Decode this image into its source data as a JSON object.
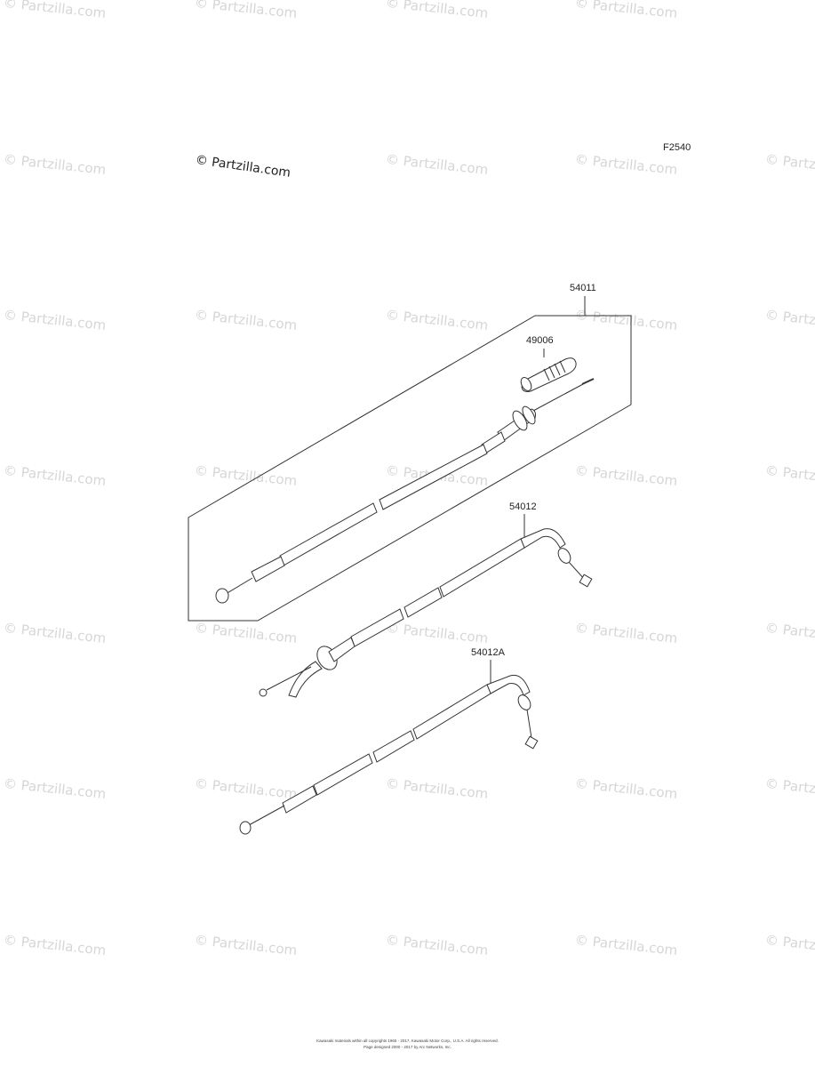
{
  "watermark": {
    "text": "© Partzilla.com"
  },
  "logo": {
    "text": "© Partzilla.com"
  },
  "diagram_code": "F2540",
  "parts": {
    "p54011": "54011",
    "p49006": "49006",
    "p54012": "54012",
    "p54012A": "54012A"
  },
  "footer": {
    "line1": "Kawasaki materials within all copyrights 1965 - 2017, Kawasaki Motor Corp., U.S.A. All rights reserved.",
    "line2": "Page designed 2000 - 2017 by Arc Networks, Inc."
  },
  "colors": {
    "line": "#333333",
    "watermark": "#d6d6d6"
  }
}
